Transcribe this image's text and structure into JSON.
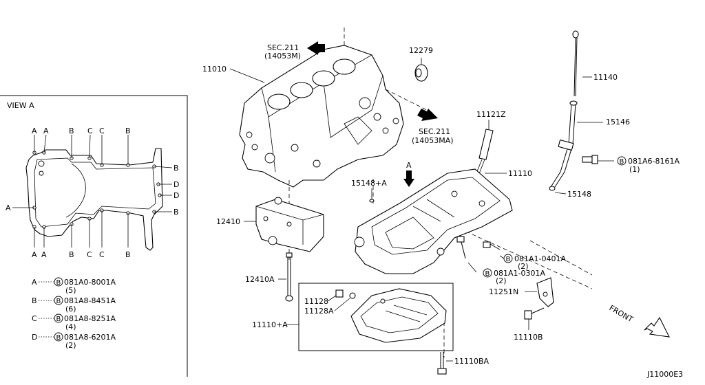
{
  "diagram_id": "J11000E3",
  "view": {
    "title": "VIEW A",
    "top_letters": [
      "A",
      "A",
      "B",
      "C",
      "C",
      "B"
    ],
    "bottom_letters": [
      "A",
      "A",
      "B",
      "C",
      "C",
      "B"
    ],
    "right_letters": [
      "B",
      "D",
      "D",
      "B"
    ],
    "left_letter": "A"
  },
  "legend": [
    {
      "key": "A",
      "circle": "B",
      "part": "081A0-8001A",
      "qty": "(5)"
    },
    {
      "key": "B",
      "circle": "B",
      "part": "081A8-8451A",
      "qty": "(6)"
    },
    {
      "key": "C",
      "circle": "B",
      "part": "081A8-8251A",
      "qty": "(4)"
    },
    {
      "key": "D",
      "circle": "B",
      "part": "081A8-6201A",
      "qty": "(2)"
    }
  ],
  "callouts": {
    "sec211_upper": "SEC.211",
    "sec211_upper_ref": "(14053M)",
    "sec211_lower": "SEC.211",
    "sec211_lower_ref": "(14053MA)",
    "p11010": "11010",
    "p12279": "12279",
    "p11121z": "11121Z",
    "p11140": "11140",
    "p15146": "15146",
    "p8161": "081A6-8161A",
    "p8161_qty": "(1)",
    "p8161_circle": "B",
    "p15148a": "15148+A",
    "p11110": "11110",
    "p15148": "15148",
    "p12410": "12410",
    "p0401": "081A1-0401A",
    "p0401_qty": "(2)",
    "p0401_circle": "B",
    "p0301": "081A1-0301A",
    "p0301_qty": "(2)",
    "p0301_circle": "B",
    "p12410a": "12410A",
    "p11251n": "11251N",
    "p11128": "11128",
    "p11128a": "11128A",
    "p11110a": "11110+A",
    "p11110b": "11110B",
    "p11110ba": "11110BA",
    "front": "FRONT",
    "view_arrow": "A"
  }
}
